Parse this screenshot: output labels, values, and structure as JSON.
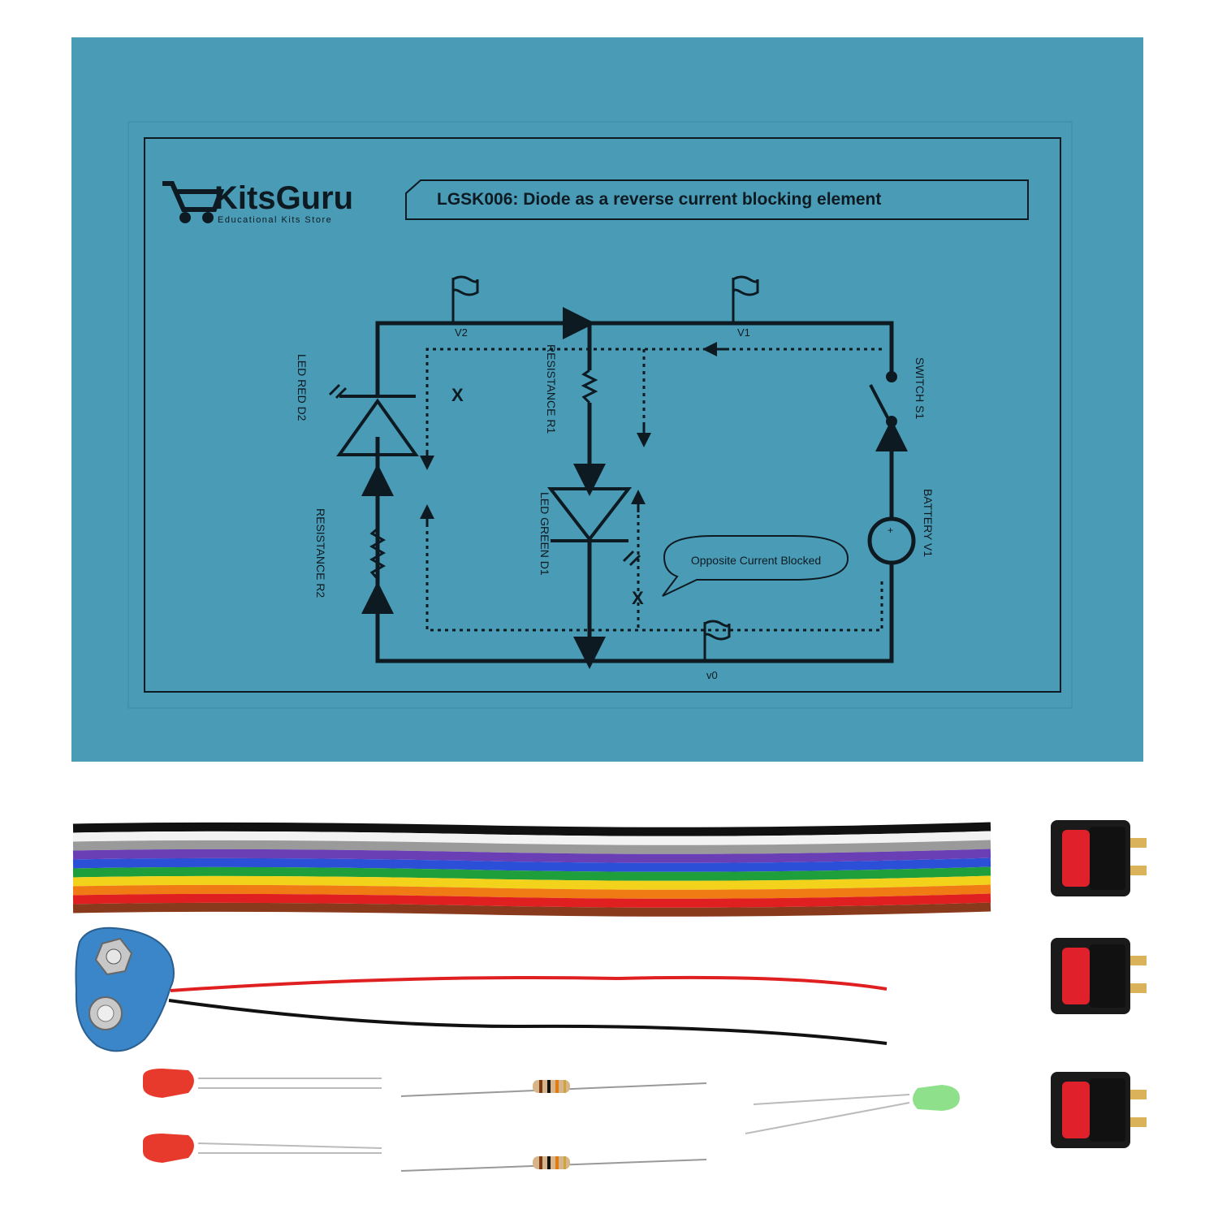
{
  "brand": {
    "name": "KitsGuru",
    "tagline": "Educational Kits Store"
  },
  "header": {
    "title": "LGSK006: Diode as a reverse current blocking element"
  },
  "circuit": {
    "nodes": {
      "v2": "V2",
      "v1": "V1",
      "v0": "v0"
    },
    "labels": {
      "led_red": "LED RED D2",
      "resistance_r2": "RESISTANCE R2",
      "resistance_r1": "RESISTANCE R1",
      "led_green": "LED GREEN D1",
      "switch": "SWITCH S1",
      "battery": "BATTERY V1",
      "battery_plus": "+"
    },
    "blocked_marks": [
      "X",
      "X"
    ],
    "callout": "Opposite Current Blocked"
  },
  "colors": {
    "board": "#4a9cb6",
    "ink": "#0d1a22",
    "ribbon": [
      "#111111",
      "#f2f2f2",
      "#9a9a9a",
      "#6a3fb5",
      "#2b4fd6",
      "#1f9e3c",
      "#f2d21a",
      "#f07a14",
      "#e02020",
      "#8a3a1c"
    ]
  },
  "icons": [
    "cart-icon",
    "flag-icon",
    "switch-icon",
    "battery-icon",
    "diode-icon",
    "resistor-icon"
  ]
}
